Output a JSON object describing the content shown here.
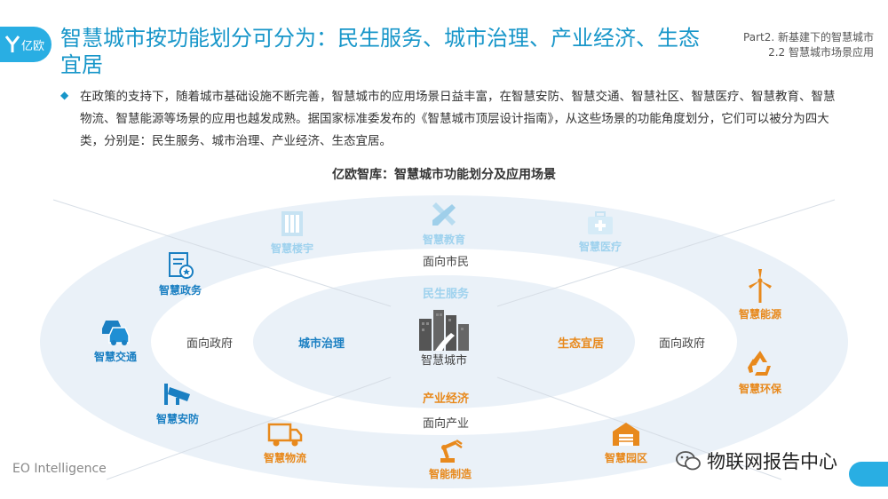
{
  "brand": {
    "logo_text": "亿欧"
  },
  "header": {
    "title": "智慧城市按功能划分可分为：民生服务、城市治理、产业经济、生态宜居",
    "part_line1": "Part2. 新基建下的智慧城市",
    "part_line2": "2.2 智慧城市场景应用"
  },
  "intro": "在政策的支持下，随着城市基础设施不断完善，智慧城市的应用场景日益丰富，在智慧安防、智慧交通、智慧社区、智慧医疗、智慧教育、智慧物流、智慧能源等场景的应用也越发成熟。据国家标准委发布的《智慧城市顶层设计指南》，从这些场景的功能角度划分，它们可以被分为四大类，分别是：民生服务、城市治理、产业经济、生态宜居。",
  "diagram": {
    "title": "亿欧智库：智慧城市功能划分及应用场景",
    "center": "智慧城市",
    "categories": {
      "people": "民生服务",
      "governance": "城市治理",
      "industry": "产业经济",
      "ecology": "生态宜居"
    },
    "directions": {
      "citizens": "面向市民",
      "gov_left": "面向政府",
      "gov_right": "面向政府",
      "industry": "面向产业"
    },
    "scenes": {
      "building": "智慧楼宇",
      "education": "智慧教育",
      "medical": "智慧医疗",
      "government": "智慧政务",
      "transport": "智慧交通",
      "security": "智慧安防",
      "logistics": "智慧物流",
      "manufacturing": "智能制造",
      "park": "智慧园区",
      "energy": "智慧能源",
      "environment": "智慧环保"
    }
  },
  "footer": {
    "brand": "EO Intelligence"
  },
  "watermark": {
    "text": "物联网报告中心"
  },
  "colors": {
    "accent": "#1796c9",
    "orange": "#e8891c",
    "ring": "#eaf1f8"
  }
}
